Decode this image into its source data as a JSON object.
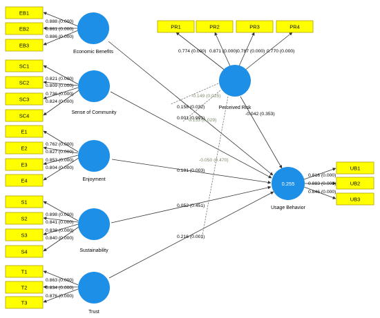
{
  "constructs": {
    "EB": {
      "label": "Economic Benefits"
    },
    "SC": {
      "label": "Sense of Community"
    },
    "EN": {
      "label": "Enjoyment"
    },
    "SU": {
      "label": "Sustainability"
    },
    "TR": {
      "label": "Trust"
    },
    "PR": {
      "label": "Perceived Risk"
    },
    "UB": {
      "label": "Usage Behavior",
      "r2": "0.255"
    }
  },
  "indicators": {
    "EB": [
      {
        "name": "EB1",
        "loading": "0.888 (0.000)"
      },
      {
        "name": "EB2",
        "loading": "0.861 (0.000)"
      },
      {
        "name": "EB3",
        "loading": "0.886 (0.000)"
      }
    ],
    "SC": [
      {
        "name": "SC1",
        "loading": "0.821 (0.000)"
      },
      {
        "name": "SC2",
        "loading": "0.809 (0.000)"
      },
      {
        "name": "SC3",
        "loading": "0.736 (0.000)"
      },
      {
        "name": "SC4",
        "loading": "0.824 (0.000)"
      }
    ],
    "EN": [
      {
        "name": "E1",
        "loading": "0.762 (0.000)"
      },
      {
        "name": "E2",
        "loading": "0.827 (0.000)"
      },
      {
        "name": "E3",
        "loading": "0.853 (0.000)"
      },
      {
        "name": "E4",
        "loading": "0.804 (0.000)"
      }
    ],
    "SU": [
      {
        "name": "S1",
        "loading": "0.898 (0.000)"
      },
      {
        "name": "S2",
        "loading": "0.841 (0.000)"
      },
      {
        "name": "S3",
        "loading": "0.838 (0.000)"
      },
      {
        "name": "S4",
        "loading": "0.840 (0.000)"
      }
    ],
    "TR": [
      {
        "name": "T1",
        "loading": "0.863 (0.000)"
      },
      {
        "name": "T2",
        "loading": "0.834 (0.000)"
      },
      {
        "name": "T3",
        "loading": "0.876 (0.000)"
      }
    ],
    "PR": [
      {
        "name": "PR1",
        "loading": "0.774 (0.000)"
      },
      {
        "name": "PR2",
        "loading": "0.871 (0.000)"
      },
      {
        "name": "PR3",
        "loading": "0.787 (0.000)"
      },
      {
        "name": "PR4",
        "loading": "0.770 (0.000)"
      }
    ],
    "UB": [
      {
        "name": "UB1",
        "loading": "0.816 (0.000)"
      },
      {
        "name": "UB2",
        "loading": "0.883 (0.000)"
      },
      {
        "name": "UB3",
        "loading": "0.846 (0.000)"
      }
    ]
  },
  "paths": {
    "EB_UB": "0.158 (0.032)",
    "SC_UB": "0.001 (0.991)",
    "EN_UB": "0.181 (0.003)",
    "SU_UB": "0.052 (0.451)",
    "TR_UB": "0.216 (0.001)",
    "PR_UB": "-0.042 (0.353)"
  },
  "moderations": {
    "EB_PR": "-0.149 (0.025)",
    "SC_PR": "0.133 (0.029)",
    "TR_PR": "-0.050 (0.470)"
  },
  "colors": {
    "construct": "#1e8fe6",
    "indicator": "#ffff00"
  }
}
